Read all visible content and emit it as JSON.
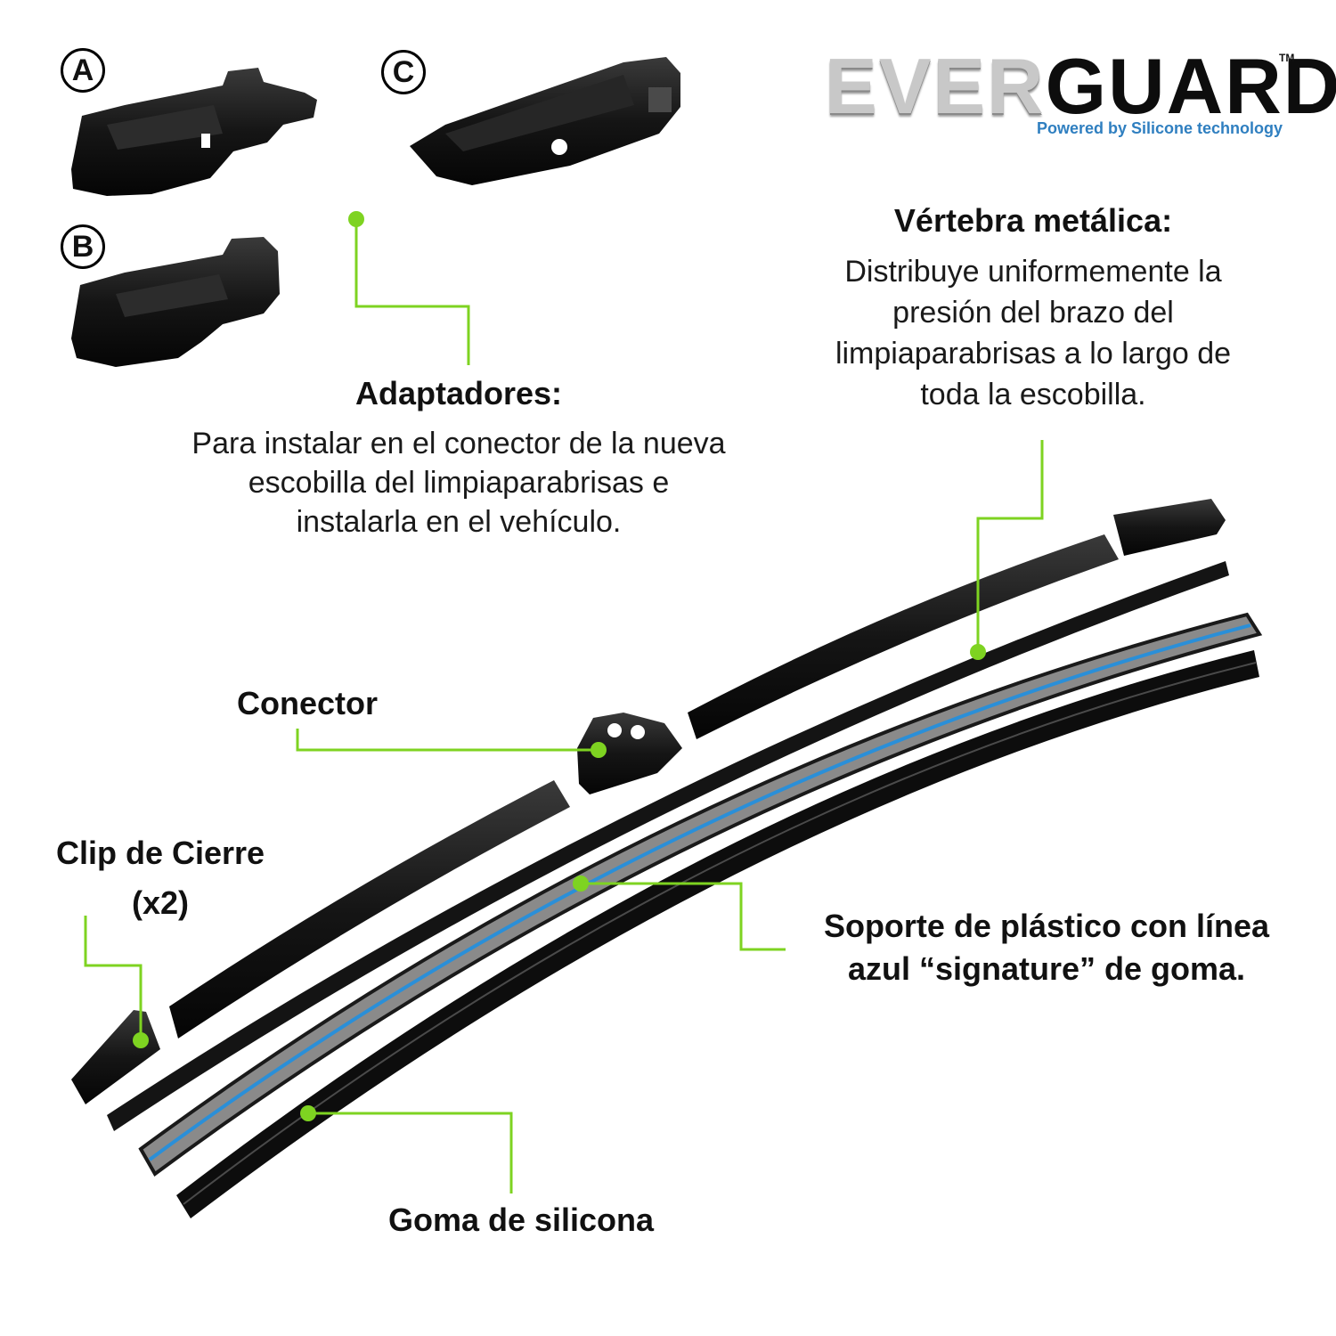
{
  "brand": {
    "logo_ever": "EVER",
    "logo_guard": "GUARD",
    "trademark": "TM",
    "tagline": "Powered by Silicone technology"
  },
  "adapters": {
    "a": "A",
    "b": "B",
    "c": "C"
  },
  "labels": {
    "adaptadores": {
      "title": "Adaptadores:",
      "lines": [
        "Para instalar en el conector de la nueva",
        "escobilla del limpiaparabrisas e",
        "instalarla en el vehículo."
      ]
    },
    "vertebra": {
      "title": "Vértebra metálica:",
      "lines": [
        "Distribuye uniformemente la",
        "presión del brazo del",
        "limpiaparabrisas a lo largo de",
        "toda la escobilla."
      ]
    },
    "conector": {
      "title": "Conector"
    },
    "clip": {
      "title_line1": "Clip de Cierre",
      "title_line2": "(x2)"
    },
    "soporte": {
      "title_line1": "Soporte de plástico con línea",
      "title_line2": "azul “signature” de goma."
    },
    "goma": {
      "title": "Goma de silicona"
    }
  },
  "colors": {
    "callout_green": "#7ed321",
    "signature_blue": "#2a8fd8",
    "part_black": "#161616",
    "support_gray": "#8a8a8a"
  }
}
